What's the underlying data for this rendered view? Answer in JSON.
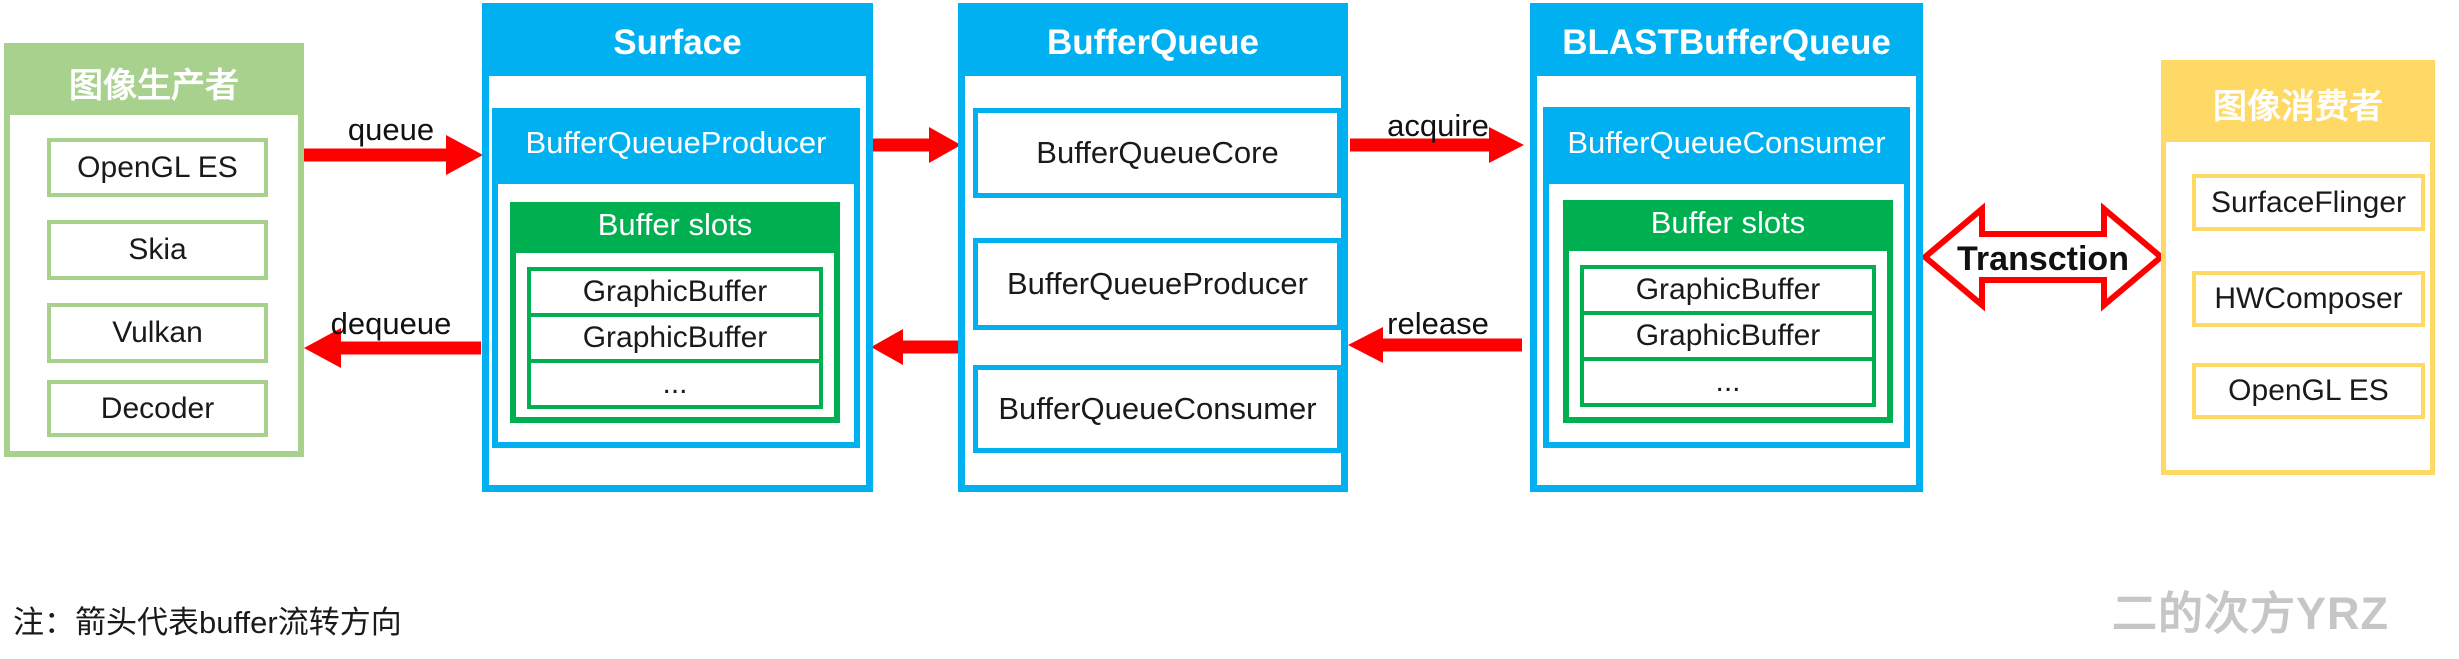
{
  "producers": {
    "title": "图像生产者",
    "items": [
      "OpenGL ES",
      "Skia",
      "Vulkan",
      "Decoder"
    ]
  },
  "surface": {
    "title": "Surface",
    "bar": "BufferQueueProducer",
    "slots_title": "Buffer slots",
    "slot_rows": [
      "GraphicBuffer",
      "GraphicBuffer",
      "..."
    ]
  },
  "buffer_queue": {
    "title": "BufferQueue",
    "items": [
      "BufferQueueCore",
      "BufferQueueProducer",
      "BufferQueueConsumer"
    ]
  },
  "blast": {
    "title": "BLASTBufferQueue",
    "bar": "BufferQueueConsumer",
    "slots_title": "Buffer slots",
    "slot_rows": [
      "GraphicBuffer",
      "GraphicBuffer",
      "..."
    ]
  },
  "consumers": {
    "title": "图像消费者",
    "items": [
      "SurfaceFlinger",
      "HWComposer",
      "OpenGL ES"
    ]
  },
  "arrows": {
    "queue": "queue",
    "dequeue": "dequeue",
    "acquire": "acquire",
    "release": "release",
    "transaction": "Transction"
  },
  "note": "注：箭头代表buffer流转方向",
  "watermark": "二的次方YRZ",
  "colors": {
    "blue": "#00B0F0",
    "green": "#00B050",
    "light_green": "#A9D18E",
    "yellow": "#FFD966",
    "red": "#FF0000",
    "watermark_gray": "#C6C6C6"
  }
}
